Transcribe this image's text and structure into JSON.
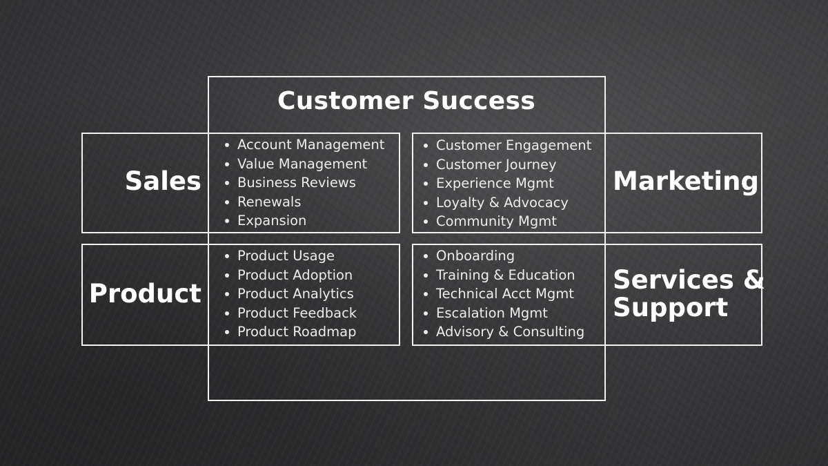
{
  "title": "Customer Success",
  "quadrants": {
    "sales": {
      "label": "Sales",
      "items": [
        "Account Management",
        "Value Management",
        "Business Reviews",
        "Renewals",
        "Expansion"
      ]
    },
    "marketing": {
      "label": "Marketing",
      "items": [
        "Customer Engagement",
        "Customer Journey",
        "Experience Mgmt",
        "Loyalty & Advocacy",
        "Community Mgmt"
      ]
    },
    "product": {
      "label": "Product",
      "items": [
        "Product Usage",
        "Product Adoption",
        "Product Analytics",
        "Product Feedback",
        "Product Roadmap"
      ]
    },
    "services": {
      "label_line1": "Services &",
      "label_line2": "Support",
      "items": [
        "Onboarding",
        "Training & Education",
        "Technical Acct Mgmt",
        "Escalation Mgmt",
        "Advisory & Consulting"
      ]
    }
  },
  "colors": {
    "background": "#3a3a3c",
    "lines": "#f2f2f2",
    "text": "#ffffff"
  }
}
